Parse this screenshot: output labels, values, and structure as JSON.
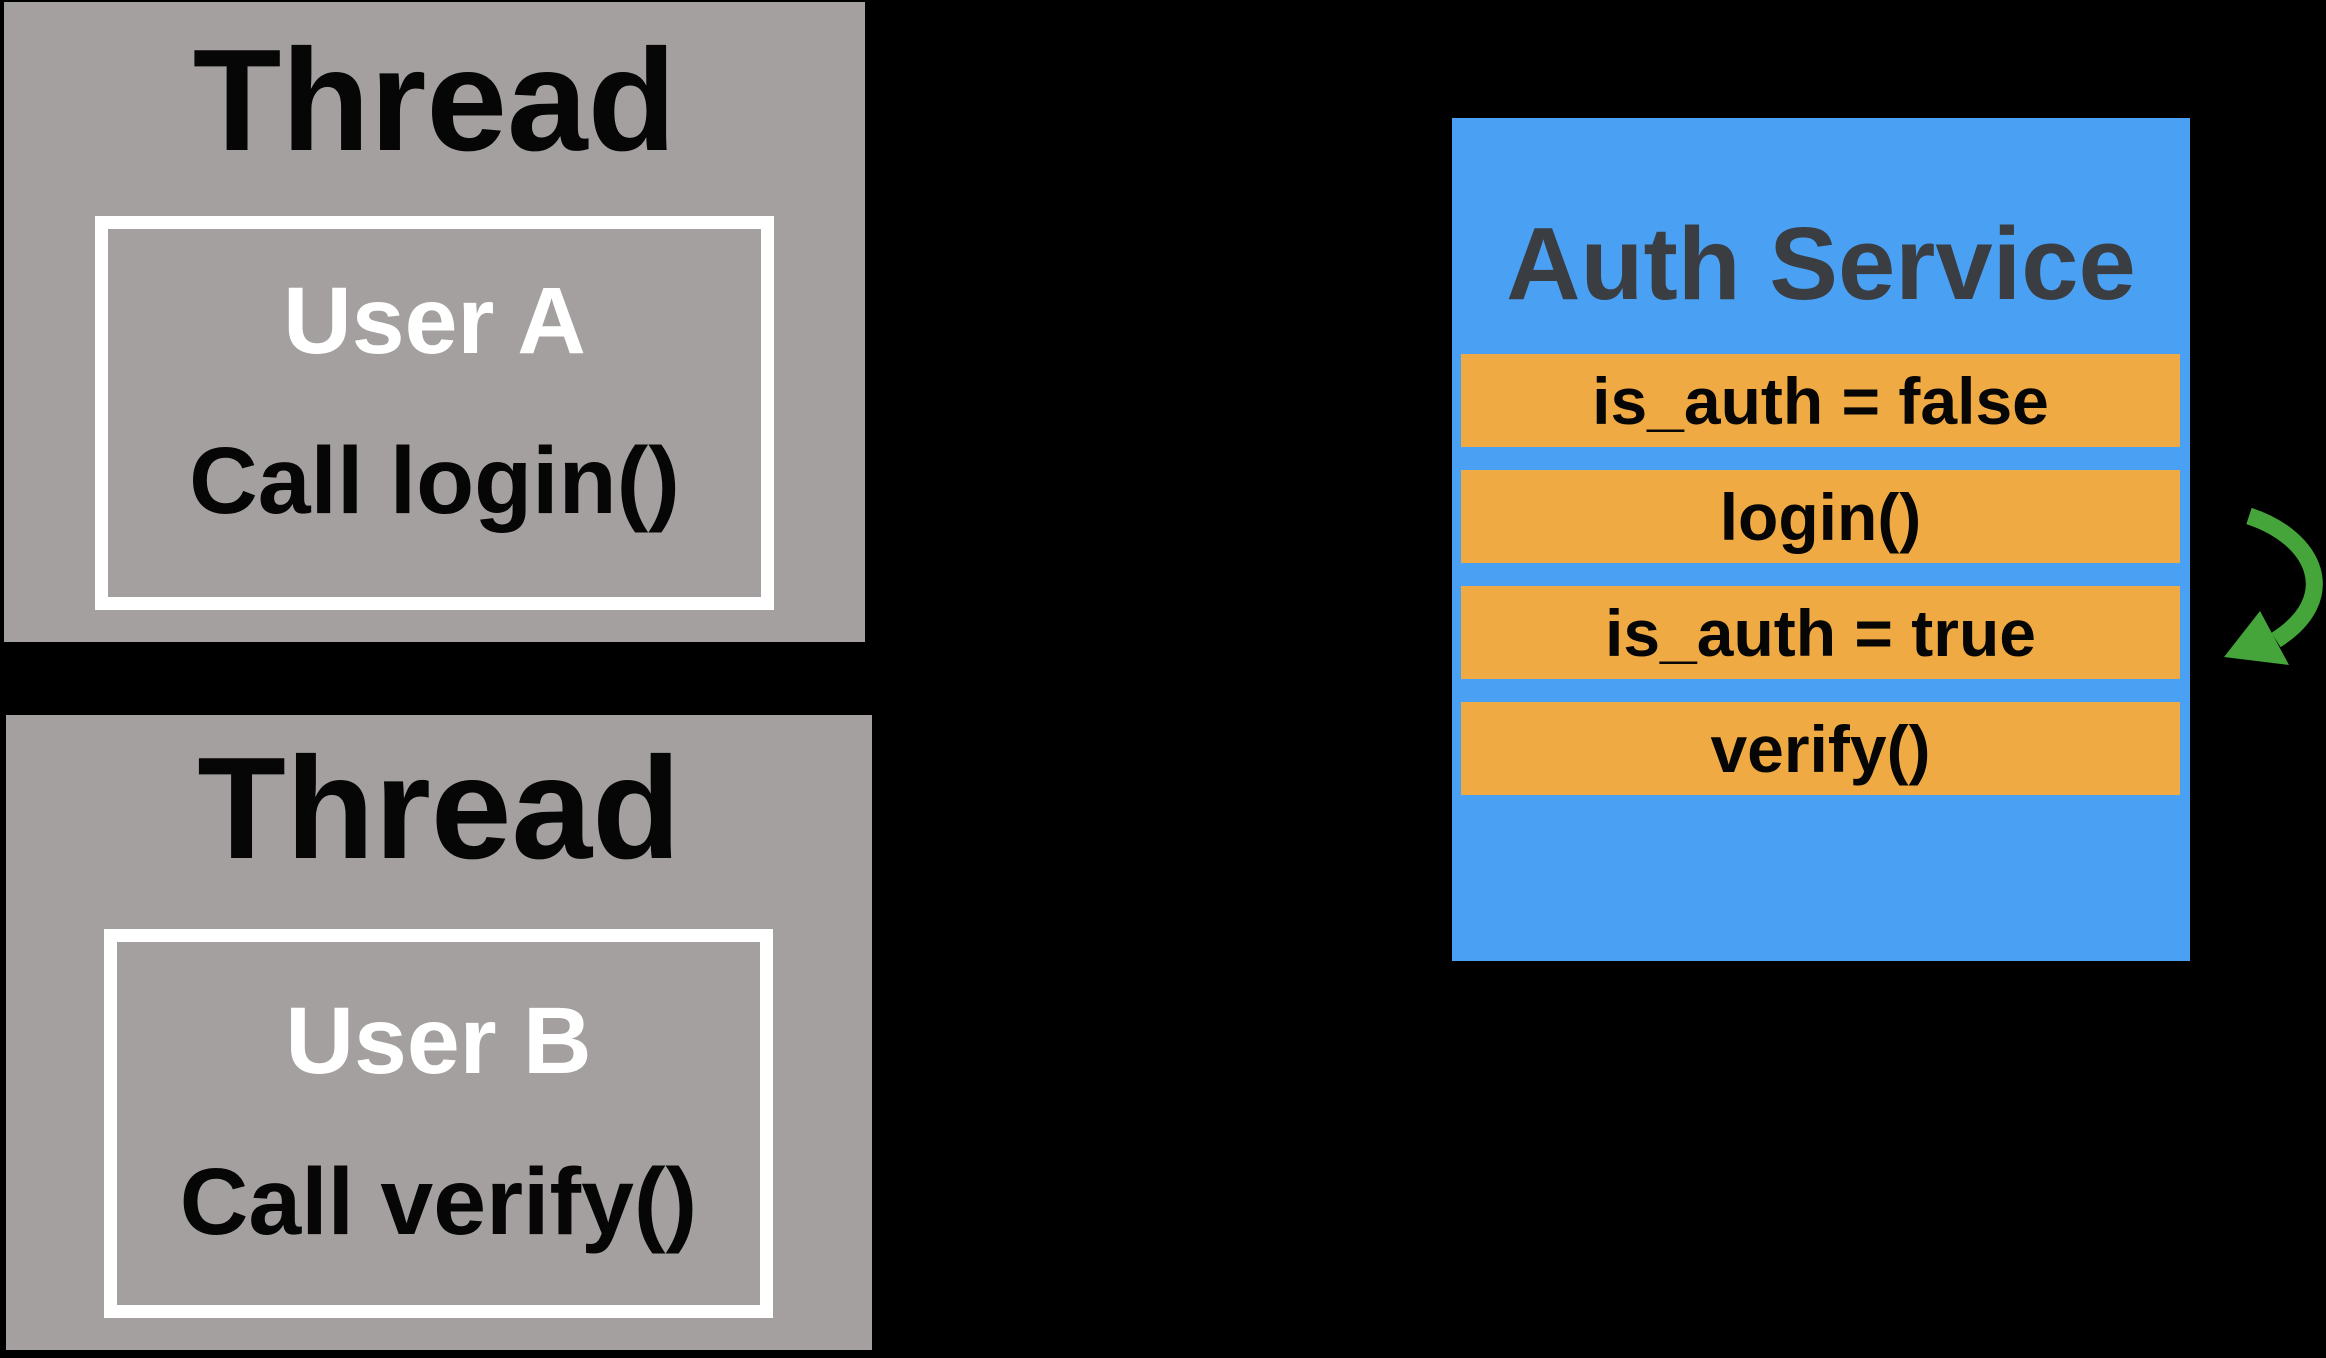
{
  "diagram": {
    "threads": [
      {
        "title": "Thread",
        "user": "User A",
        "action": "Call login()"
      },
      {
        "title": "Thread",
        "user": "User B",
        "action": "Call verify()"
      }
    ],
    "service": {
      "title": "Auth Service",
      "rows": [
        "is_auth = false",
        "login()",
        "is_auth = true",
        "verify()"
      ]
    },
    "icons": {
      "loop_back_arrow": "curved-arrow-pointing-back-to-is_auth-true-row"
    },
    "colors": {
      "background": "#000000",
      "thread_box": "#a5a0a0",
      "thread_inner_border": "#ffffff",
      "service_box": "#4aa0f3",
      "service_row": "#efaa43",
      "service_title_text": "#3a3e42",
      "arrow_green": "#45a53b",
      "text_black": "#060606",
      "text_white": "#ffffff"
    }
  }
}
